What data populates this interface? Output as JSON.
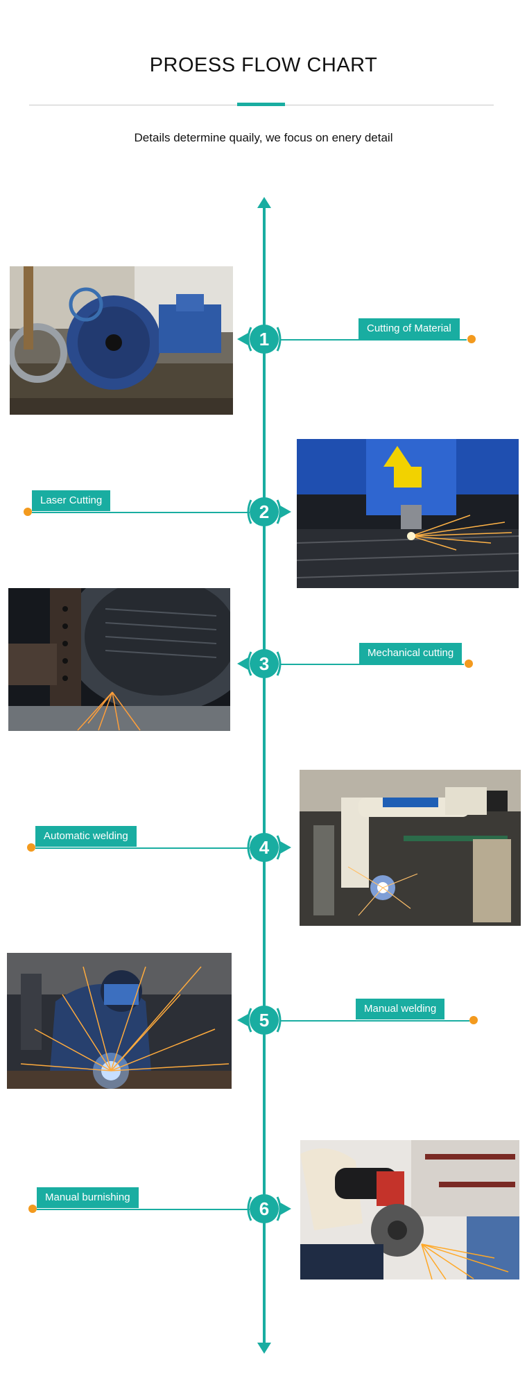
{
  "header": {
    "title": "PROESS FLOW CHART",
    "subtitle": "Details determine quaily, we focus on enery detail"
  },
  "colors": {
    "accent": "#19ada1",
    "dot": "#f39a1e",
    "divider": "#c8c8c8"
  },
  "steps": [
    {
      "number": "1",
      "label": "Cutting of Material",
      "photo_icon": "spool-machine-photo"
    },
    {
      "number": "2",
      "label": "Laser Cutting",
      "photo_icon": "laser-cutter-photo"
    },
    {
      "number": "3",
      "label": "Mechanical cutting",
      "photo_icon": "saw-cutting-photo"
    },
    {
      "number": "4",
      "label": "Automatic welding",
      "photo_icon": "robot-welding-photo"
    },
    {
      "number": "5",
      "label": "Manual welding",
      "photo_icon": "welder-sparks-photo"
    },
    {
      "number": "6",
      "label": "Manual burnishing",
      "photo_icon": "angle-grinder-photo"
    }
  ]
}
